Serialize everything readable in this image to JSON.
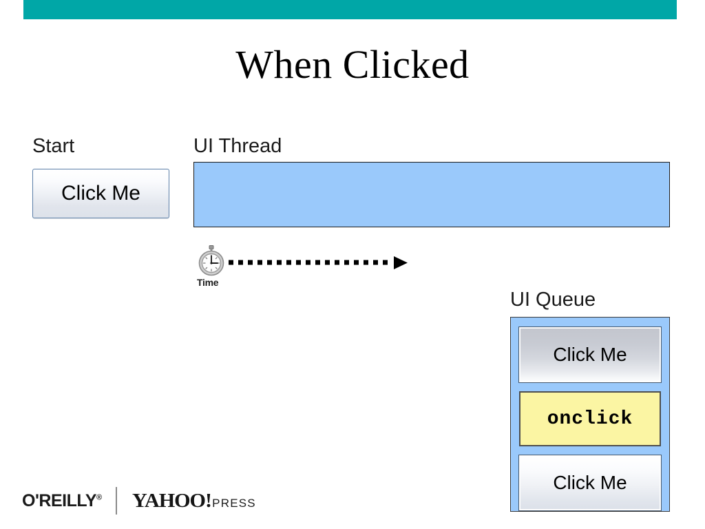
{
  "slide": {
    "title": "When Clicked",
    "header_bar_color": "#00a7a7",
    "background_color": "#ffffff"
  },
  "start_section": {
    "label": "Start",
    "button_label": "Click Me"
  },
  "ui_thread_section": {
    "label": "UI Thread",
    "bar_color": "#9ac9fb",
    "content": ""
  },
  "time_axis": {
    "label": "Time",
    "icon": "stopwatch-icon",
    "arrow_style": "dashed-right-arrow"
  },
  "ui_queue_section": {
    "label": "UI Queue",
    "container_color": "#9ac9fb",
    "items": [
      {
        "label": "Click Me",
        "type": "button",
        "color": "#c8cbd3"
      },
      {
        "label": "onclick",
        "type": "event",
        "color": "#fbf5a3"
      },
      {
        "label": "Click Me",
        "type": "button",
        "color": "#eff1f5"
      }
    ]
  },
  "footer": {
    "oreilly": "O'REILLY",
    "oreilly_mark": "®",
    "yahoo": "YAHOO!",
    "press": "PRESS"
  }
}
